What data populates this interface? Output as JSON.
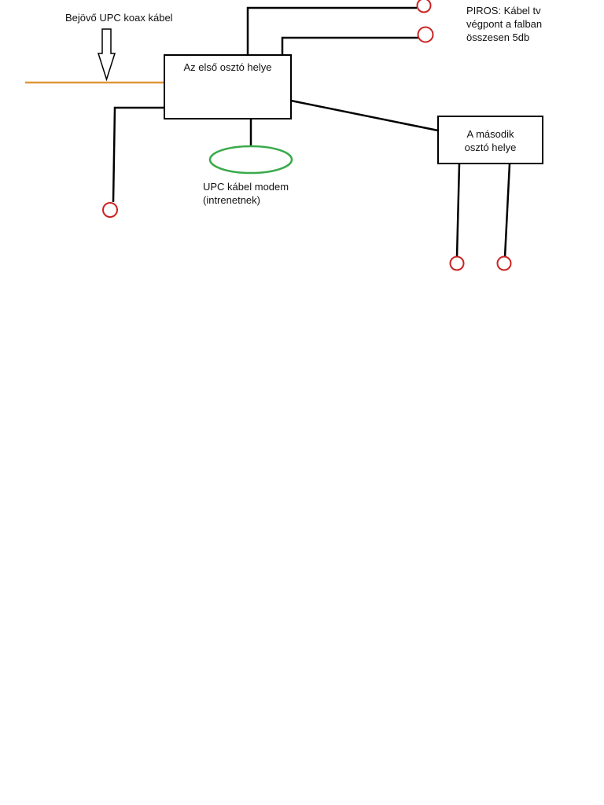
{
  "labels": {
    "incoming_cable": "Bejövő UPC koax kábel",
    "first_splitter": "Az első osztó helye",
    "second_splitter": [
      "A második",
      "osztó helye"
    ],
    "modem": [
      "UPC kábel modem",
      "(intrenetnek)"
    ],
    "legend": [
      "PIROS: Kábel tv",
      "végpont a falban",
      "összesen 5db"
    ]
  },
  "colors": {
    "wire": "#000000",
    "coax_incoming": "#e0963a",
    "endpoint": "#cc2222",
    "modem": "#3aaa4a",
    "box_border": "#000000",
    "text": "#111111"
  },
  "endpoint_count": 5
}
